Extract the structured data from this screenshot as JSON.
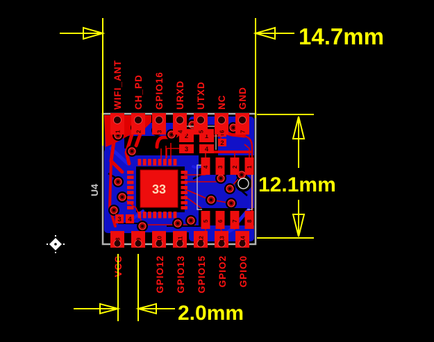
{
  "dimensions": {
    "width_label": "14.7mm",
    "height_label": "12.1mm",
    "pitch_label": "2.0mm"
  },
  "module": {
    "refdes": "U4",
    "chip_label": "33",
    "top_pins": [
      {
        "num": "1",
        "label": "WIFI_ANT"
      },
      {
        "num": "2",
        "label": "CH_PD"
      },
      {
        "num": "3",
        "label": "GPIO16"
      },
      {
        "num": "4",
        "label": "URXD"
      },
      {
        "num": "5",
        "label": "UTXD"
      },
      {
        "num": "6",
        "label": "NC"
      },
      {
        "num": "7",
        "label": "GND"
      }
    ],
    "bottom_pins": [
      {
        "num": "8",
        "label": "VCC"
      },
      {
        "num": "9",
        "label": ""
      },
      {
        "num": "10",
        "label": "GPIO12"
      },
      {
        "num": "11",
        "label": "GPIO13"
      },
      {
        "num": "12",
        "label": "GPIO15"
      },
      {
        "num": "13",
        "label": "GPIO2"
      },
      {
        "num": "14",
        "label": "GPIO0"
      }
    ],
    "flash_pads_top": [
      "4",
      "3",
      "2",
      "1"
    ],
    "flash_pads_bottom": [
      "5",
      "6",
      "7",
      "8"
    ],
    "crystal_pads": [
      "2",
      "1",
      "3",
      "4"
    ],
    "aux_pads_left": [
      "3",
      "4"
    ],
    "aux_pads_right": [
      "1",
      "2"
    ]
  },
  "colors": {
    "background": "#000000",
    "copper_red": "#e60000",
    "pour_blue": "#1111c8",
    "silkscreen_gray": "#b4b4b4",
    "dimension_yellow": "#ffff00",
    "label_red": "#ff1212"
  }
}
